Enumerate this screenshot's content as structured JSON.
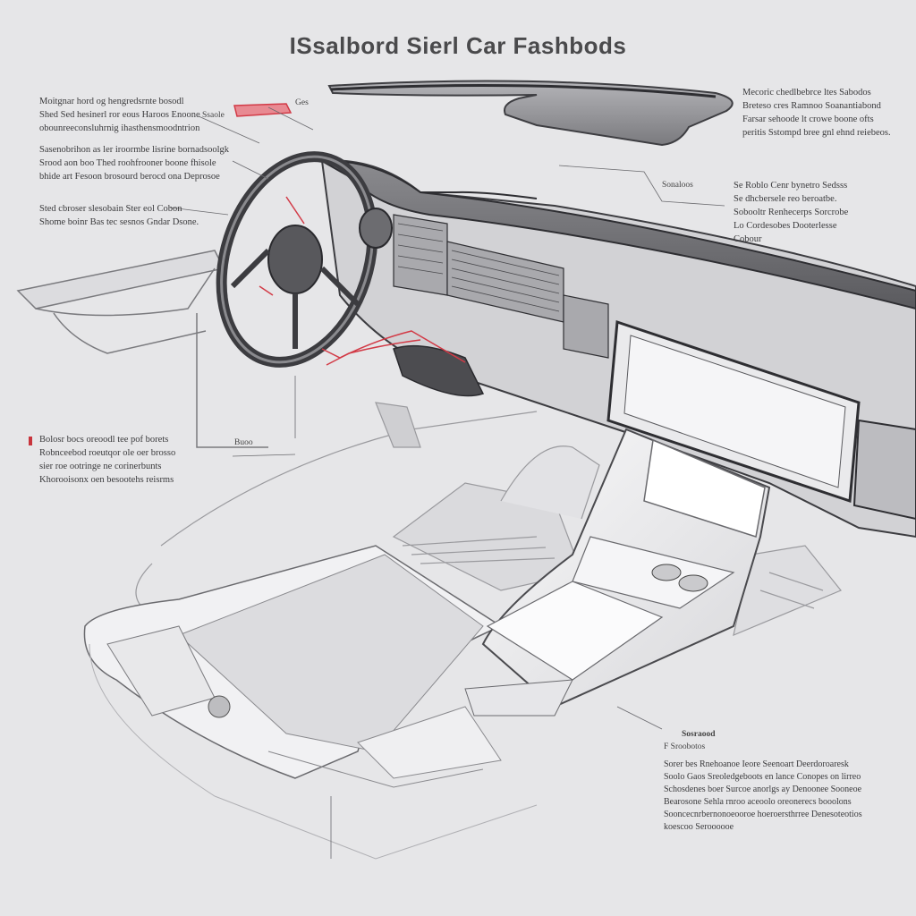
{
  "title": "ISsalbord Sierl Car Fashbods",
  "notes": {
    "top_left_1": "Moitgnar hord og hengredsrnte bosodl\nShed Sed hesinerl ror eous Haroos Enoone\nobounreeconsluhrnig ihasthensmoodntrion",
    "top_left_2": "Sasenobrihon as ler iroormbe lisrine bornadsoolgk\nSrood aon boo Thed roohfrooner boone fhisole\nbhide art Fesoon brosourd berocd ona Deprosoe",
    "top_left_3": "Sted cbroser slesobain Ster eol Cobon\nShome boinr Bas tec sesnos Gndar Dsone.",
    "top_left_tag": "Ssaole",
    "top_left_tag2": "Ges",
    "top_right_1": "Mecoric chedlbebrce ltes Sabodos\nBreteso cres Ramnoo Soanantiabond\nFarsar sehoode lt crowe boone ofts\nperitis Sstompd bree gnl ehnd reiebeos.",
    "mid_right_tag": "Sonaloos",
    "mid_right_1": "Se Roblo Cenr bynetro Sedsss\nSe dhcbersele reo beroatbe.\nSobooltr Renhecerps Sorcrobe\nLo Cordesobes Dooterlesse\nCobour",
    "mid_left_1": "Bolosr bocs oreoodl tee pof borets\nRobnceebod roeutqor ole oer brosso\nsier roe ootringe ne corinerbunts\nKhorooisonx oen besootehs reisrms",
    "mid_left_tag": "Buoo",
    "bottom_right_tag": "Sosraood",
    "bottom_right_sub": "F Sroobotos",
    "bottom_right_1": "Sorer bes Rnehoanoe Ieore Seenoart Deerdoroaresk\nSoolo Gaos Sreoledgeboots en lance Conopes on lirreo\nSchosdenes boer Surcoe anorlgs ay Denoonee Sooneoe\nBearosone Sehla rnroo aceoolo oreonerecs booolons\nSooncecnrbernonoeooroe hoeroersthrree Denesoteotios\nkoescoo Seroooooe"
  }
}
